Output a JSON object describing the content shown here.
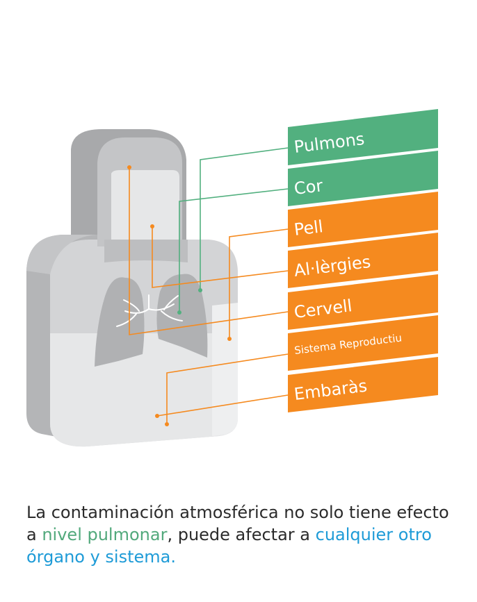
{
  "labels": [
    {
      "text": "Pulmons",
      "color": "#52b07f"
    },
    {
      "text": "Cor",
      "color": "#52b07f"
    },
    {
      "text": "Pell",
      "color": "#f58a1f"
    },
    {
      "text": "Al·lèrgies",
      "color": "#f58a1f"
    },
    {
      "text": "Cervell",
      "color": "#f58a1f"
    },
    {
      "text": "Sistema Reproductiu",
      "color": "#f58a1f"
    },
    {
      "text": "Embaràs",
      "color": "#f58a1f"
    }
  ],
  "caption": {
    "part1": "La contaminación atmosférica no solo tiene efecto a ",
    "highlight1": "nivel pulmonar",
    "part2": ", puede afectar a ",
    "highlight2": "cualquier otro órgano y sistema."
  },
  "colors": {
    "green": "#52b07f",
    "orange": "#f58a1f",
    "caption_green": "#52a97c",
    "caption_blue": "#1e9bd7"
  }
}
